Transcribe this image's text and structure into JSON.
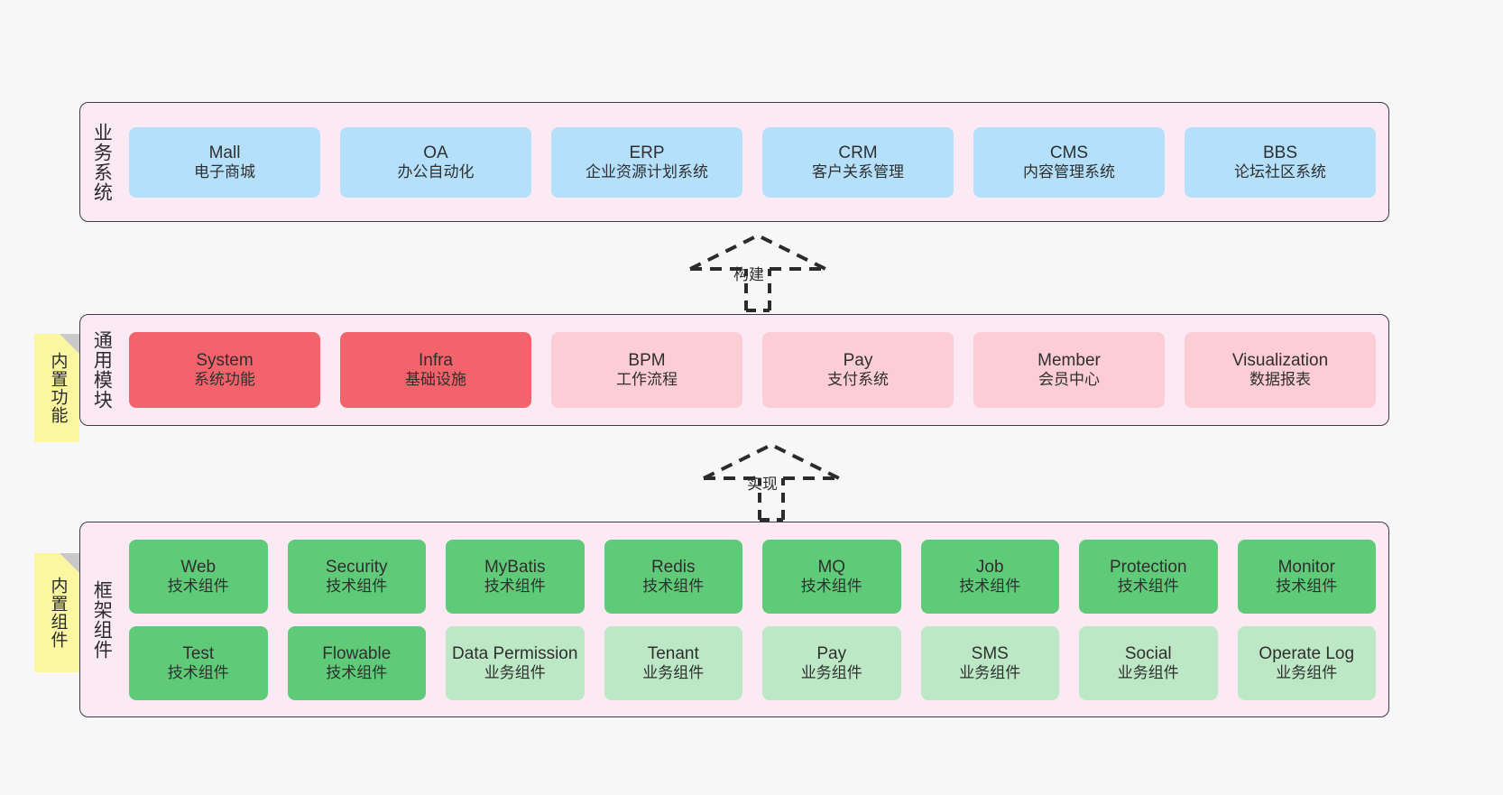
{
  "colors": {
    "background": "#f7f7f7",
    "layer_fill": "#fbeaf4",
    "layer_border": "#3d3b45",
    "business_box": "#b5e0fb",
    "module_strong": "#f2636b",
    "module_soft": "#fccdd5",
    "tech_component": "#5fcb79",
    "business_component": "#bde8c5",
    "note_fill": "#fbf7a0",
    "note_fold": "#c9c9c9"
  },
  "layers": {
    "business": {
      "title": "业务系统",
      "items": [
        {
          "name": "Mall",
          "desc": "电子商城"
        },
        {
          "name": "OA",
          "desc": "办公自动化"
        },
        {
          "name": "ERP",
          "desc": "企业资源计划系统"
        },
        {
          "name": "CRM",
          "desc": "客户关系管理"
        },
        {
          "name": "CMS",
          "desc": "内容管理系统"
        },
        {
          "name": "BBS",
          "desc": "论坛社区系统"
        }
      ]
    },
    "common": {
      "title": "通用模块",
      "note": "内置功能",
      "items": [
        {
          "name": "System",
          "desc": "系统功能",
          "style": "strong"
        },
        {
          "name": "Infra",
          "desc": "基础设施",
          "style": "strong"
        },
        {
          "name": "BPM",
          "desc": "工作流程",
          "style": "soft"
        },
        {
          "name": "Pay",
          "desc": "支付系统",
          "style": "soft"
        },
        {
          "name": "Member",
          "desc": "会员中心",
          "style": "soft"
        },
        {
          "name": "Visualization",
          "desc": "数据报表",
          "style": "soft"
        }
      ]
    },
    "framework": {
      "title": "框架组件",
      "note": "内置组件",
      "row1": [
        {
          "name": "Web",
          "desc": "技术组件"
        },
        {
          "name": "Security",
          "desc": "技术组件"
        },
        {
          "name": "MyBatis",
          "desc": "技术组件"
        },
        {
          "name": "Redis",
          "desc": "技术组件"
        },
        {
          "name": "MQ",
          "desc": "技术组件"
        },
        {
          "name": "Job",
          "desc": "技术组件"
        },
        {
          "name": "Protection",
          "desc": "技术组件"
        },
        {
          "name": "Monitor",
          "desc": "技术组件"
        }
      ],
      "row2": [
        {
          "name": "Test",
          "desc": "技术组件",
          "style": "tech"
        },
        {
          "name": "Flowable",
          "desc": "技术组件",
          "style": "tech"
        },
        {
          "name": "Data Permission",
          "desc": "业务组件",
          "style": "biz"
        },
        {
          "name": "Tenant",
          "desc": "业务组件",
          "style": "biz"
        },
        {
          "name": "Pay",
          "desc": "业务组件",
          "style": "biz"
        },
        {
          "name": "SMS",
          "desc": "业务组件",
          "style": "biz"
        },
        {
          "name": "Social",
          "desc": "业务组件",
          "style": "biz"
        },
        {
          "name": "Operate Log",
          "desc": "业务组件",
          "style": "biz"
        }
      ]
    }
  },
  "connectors": [
    {
      "label": "构建"
    },
    {
      "label": "实现"
    }
  ]
}
